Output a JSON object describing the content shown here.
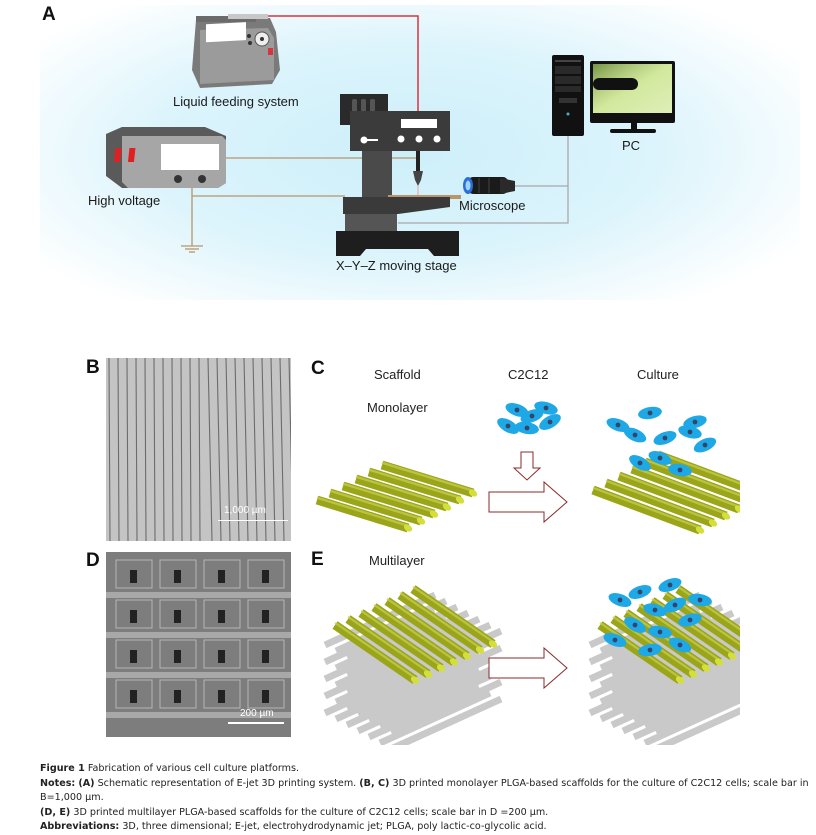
{
  "panels": {
    "a": {
      "letter": "A",
      "labels": {
        "liquid_feeding": "Liquid feeding system",
        "high_voltage": "High voltage",
        "microscope": "Microscope",
        "stage": "X–Y–Z moving stage",
        "pc": "PC"
      }
    },
    "b": {
      "letter": "B",
      "scale_bar": "1,000 µm"
    },
    "c": {
      "letter": "C",
      "labels": {
        "scaffold": "Scaffold",
        "cells": "C2C12",
        "culture": "Culture",
        "layer": "Monolayer"
      }
    },
    "d": {
      "letter": "D",
      "scale_bar": "200 µm"
    },
    "e": {
      "letter": "E",
      "labels": {
        "layer": "Multilayer"
      }
    }
  },
  "colors": {
    "wire_red": "#d9343b",
    "wire_tan": "#b8956a",
    "wire_gray": "#a9a9a9",
    "rod_green": "#9aa51a",
    "cell_blue": "#1fa8e6",
    "arrow_red": "#8b2a2a"
  },
  "caption": {
    "title_label": "Figure 1",
    "title_text": "Fabrication of various cell culture platforms.",
    "notes_label": "Notes:",
    "notes_a_label": "(A)",
    "notes_a_text": "Schematic representation of E-jet 3D printing system.",
    "notes_bc_label": "(B, C)",
    "notes_bc_text": "3D printed monolayer PLGA-based scaffolds for the culture of C2C12 cells; scale bar in B=1,000 µm.",
    "notes_de_label": "(D, E)",
    "notes_de_text": "3D printed multilayer PLGA-based scaffolds for the culture of C2C12 cells; scale bar in D =200 µm.",
    "abbrev_label": "Abbreviations:",
    "abbrev_text": "3D, three dimensional; E-jet, electrohydrodynamic jet; PLGA, poly lactic-co-glycolic acid."
  }
}
